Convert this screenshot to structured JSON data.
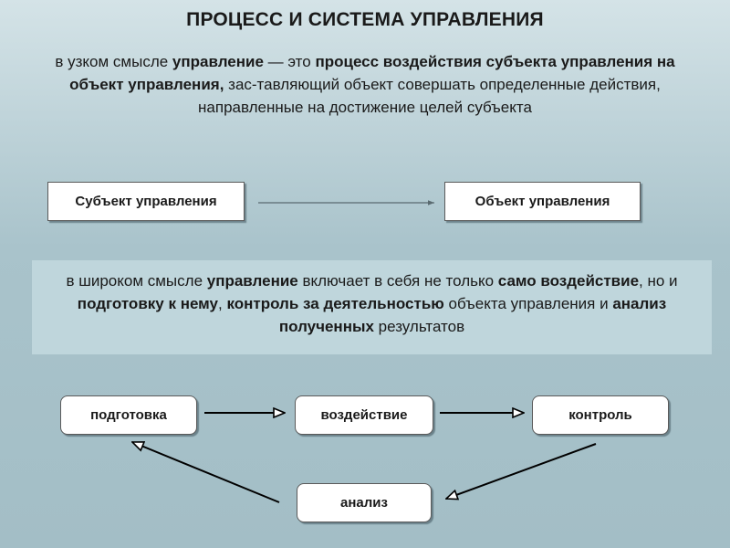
{
  "title": "ПРОЦЕСС И СИСТЕМА УПРАВЛЕНИЯ",
  "narrow": {
    "t1": "в узком смысле ",
    "b1": "управление",
    "t2": " — это ",
    "b2": "процесс воздействия субъекта управления на объект управления,",
    "t3": " зас-тавляющий объект совершать определенные действия, направленные на достижение целей субъекта"
  },
  "boxes": {
    "subject": "Субъект управления",
    "object": "Объект управления"
  },
  "broad": {
    "t1": "в широком смысле ",
    "b1": "управление",
    "t2": " включает в себя не только ",
    "b2": "само воздействие",
    "t3": ", но и ",
    "b3": "подготовку к нему",
    "t4": ", ",
    "b4": "контроль за деятельностью",
    "t5": " объекта управления и ",
    "b5": "анализ полученных",
    "t6": " результатов"
  },
  "cycle": {
    "prep": "подготовка",
    "impact": "воздействие",
    "control": "контроль",
    "analysis": "анализ"
  }
}
